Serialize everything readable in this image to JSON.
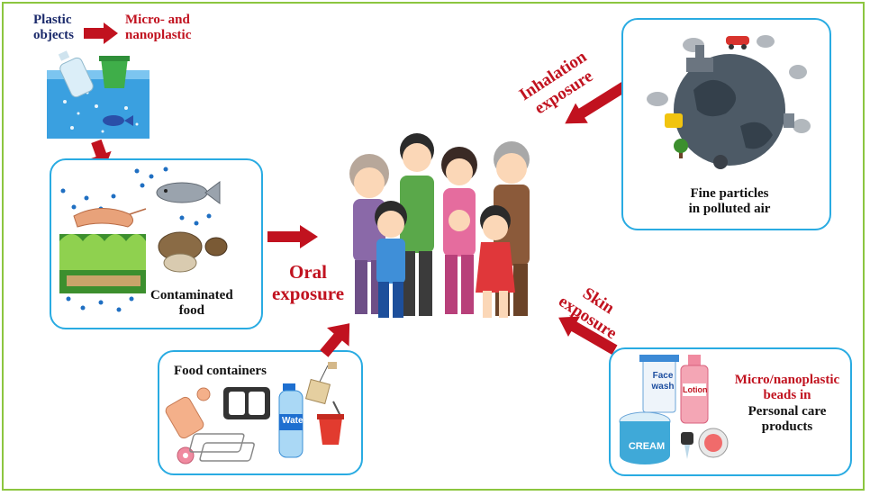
{
  "source": {
    "plastic_line1": "Plastic",
    "plastic_line2": "objects",
    "micro_line1": "Micro- and",
    "micro_line2": "nanoplastic"
  },
  "food": {
    "label_line1": "Contaminated",
    "label_line2": "food"
  },
  "containers": {
    "label": "Food containers",
    "bottle_text": "Water"
  },
  "air": {
    "label_line1": "Fine particles",
    "label_line2": "in polluted air"
  },
  "personal_care": {
    "label_line1": "Micro/nanoplastic",
    "label_line2": "beads in",
    "label_line3": "Personal care",
    "label_line4": "products",
    "face_wash_line1": "Face",
    "face_wash_line2": "wash",
    "lotion": "Lotion",
    "cream": "CREAM"
  },
  "exposure": {
    "oral_line1": "Oral",
    "oral_line2": "exposure",
    "inhalation_line1": "Inhalation",
    "inhalation_line2": "exposure",
    "skin_line1": "Skin",
    "skin_line2": "exposure"
  },
  "colors": {
    "arrow": "#c1121f",
    "box_border": "#29abe2",
    "frame_border": "#8cc63f",
    "source_text": "#1b2a6b"
  }
}
